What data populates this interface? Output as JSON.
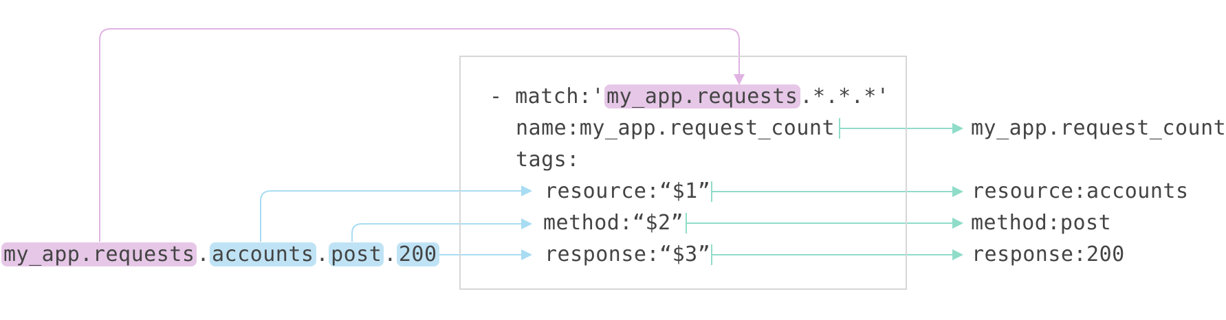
{
  "colors": {
    "pink": "#e6c7e7",
    "pink_line": "#e0b3e3",
    "blue": "#bfe3f5",
    "blue_line": "#a8dcf2",
    "green_line": "#8fdcc9",
    "box_border": "#d6d6d6",
    "text": "#444444"
  },
  "metric": {
    "segment1": "my_app.requests",
    "dot1": ".",
    "segment2": "accounts",
    "dot2": ".",
    "segment3": "post",
    "dot3": ".",
    "segment4": "200"
  },
  "config": {
    "dash": "-",
    "match_key": "match:",
    "match_quote_open": "'",
    "match_highlight": "my_app.requests",
    "match_suffix": ".*.*.*'",
    "name_line": "name:my_app.request_count",
    "tags_line": "tags:",
    "resource_line": "resource:“$1”",
    "method_line": "method:“$2”",
    "response_line": "response:“$3”"
  },
  "output": {
    "name": "my_app.request_count",
    "resource": "resource:accounts",
    "method": "method:post",
    "response": "response:200"
  }
}
